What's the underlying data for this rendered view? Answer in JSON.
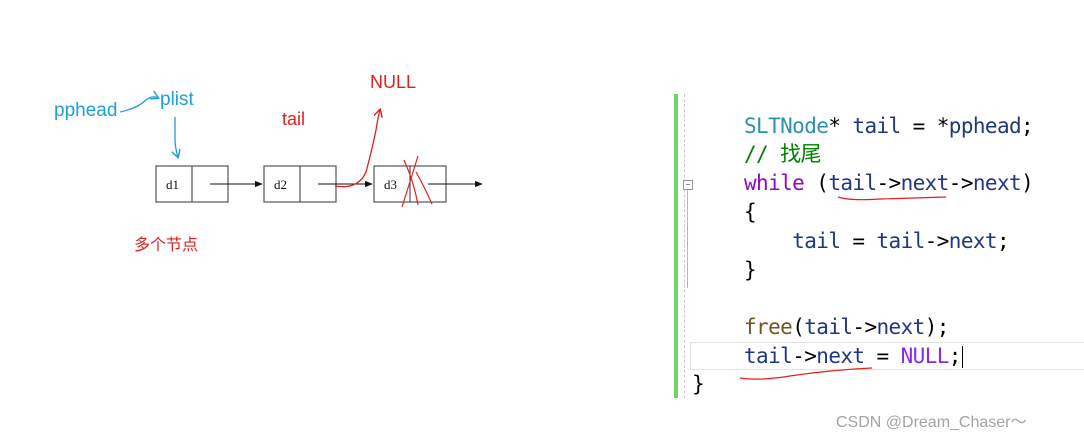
{
  "diagram": {
    "pointer_labels": {
      "pphead": "pphead",
      "plist": "plist",
      "tail": "tail",
      "null": "NULL"
    },
    "nodes": [
      {
        "label": "d1"
      },
      {
        "label": "d2"
      },
      {
        "label": "d3"
      }
    ],
    "caption": "多个节点",
    "colors": {
      "pointer": "#1e9fd6",
      "annotation": "#e02020",
      "node_border": "#333333"
    }
  },
  "code": {
    "lines": [
      {
        "tokens": [
          {
            "t": "SLTNode",
            "c": "kw-type"
          },
          {
            "t": "* ",
            "c": "op"
          },
          {
            "t": "tail",
            "c": "kw-var"
          },
          {
            "t": " = *",
            "c": "op"
          },
          {
            "t": "pphead",
            "c": "kw-var"
          },
          {
            "t": ";",
            "c": "op"
          }
        ]
      },
      {
        "tokens": [
          {
            "t": "// 找尾",
            "c": "kw-cmt"
          }
        ]
      },
      {
        "tokens": [
          {
            "t": "while",
            "c": "kw-ctrl"
          },
          {
            "t": " (",
            "c": "op"
          },
          {
            "t": "tail",
            "c": "kw-var"
          },
          {
            "t": "->",
            "c": "op"
          },
          {
            "t": "next",
            "c": "kw-var"
          },
          {
            "t": "->",
            "c": "op"
          },
          {
            "t": "next",
            "c": "kw-var"
          },
          {
            "t": ")",
            "c": "op"
          }
        ]
      },
      {
        "tokens": [
          {
            "t": "{",
            "c": "op"
          }
        ]
      },
      {
        "tokens": [
          {
            "t": "    ",
            "c": "op"
          },
          {
            "t": "tail",
            "c": "kw-var"
          },
          {
            "t": " = ",
            "c": "op"
          },
          {
            "t": "tail",
            "c": "kw-var"
          },
          {
            "t": "->",
            "c": "op"
          },
          {
            "t": "next",
            "c": "kw-var"
          },
          {
            "t": ";",
            "c": "op"
          }
        ]
      },
      {
        "tokens": [
          {
            "t": "}",
            "c": "op"
          }
        ]
      },
      {
        "tokens": []
      },
      {
        "tokens": [
          {
            "t": "free",
            "c": "kw-fn"
          },
          {
            "t": "(",
            "c": "op"
          },
          {
            "t": "tail",
            "c": "kw-var"
          },
          {
            "t": "->",
            "c": "op"
          },
          {
            "t": "next",
            "c": "kw-var"
          },
          {
            "t": ");",
            "c": "op"
          }
        ]
      },
      {
        "tokens": [
          {
            "t": "tail",
            "c": "kw-var"
          },
          {
            "t": "->",
            "c": "op"
          },
          {
            "t": "next",
            "c": "kw-var"
          },
          {
            "t": " = ",
            "c": "op"
          },
          {
            "t": "NULL",
            "c": "kw-const"
          },
          {
            "t": ";",
            "c": "op"
          }
        ]
      }
    ],
    "closing_brace": "}",
    "colors": {
      "gutter": "#72d36b",
      "type": "#2b91af",
      "variable": "#1f377f",
      "keyword": "#8f08c4",
      "macro": "#8a2be2",
      "function": "#74531f",
      "comment": "#008000"
    }
  },
  "watermark": "CSDN @Dream_Chaser～"
}
